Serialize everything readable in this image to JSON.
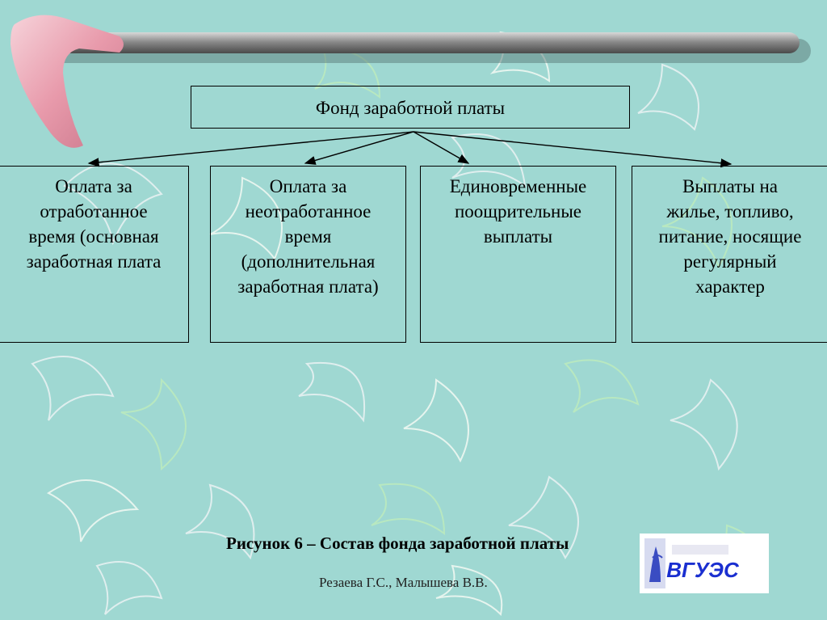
{
  "diagram": {
    "root": {
      "label": "Фонд заработной платы"
    },
    "children": [
      {
        "label": "Оплата за\nотработанное\nвремя (основная\nзаработная плата"
      },
      {
        "label": "Оплата за\nнеотработанное\nвремя\n(дополнительная\nзаработная плата)"
      },
      {
        "label": "Единовременные\nпоощрительные\nвыплаты"
      },
      {
        "label": "Выплаты на\nжилье, топливо,\nпитание, носящие\nрегулярный\nхарактер"
      }
    ]
  },
  "caption": "Рисунок 6 – Состав фонда заработной платы",
  "authors": "Резаева Г.С., Малышева В.В.",
  "logo": {
    "text": "ВГУЭС",
    "color": "#1a2fd0"
  },
  "colors": {
    "background": "#9fd8d2",
    "bar": "#7d7d7d",
    "boomerang": "#e8a5b3"
  }
}
